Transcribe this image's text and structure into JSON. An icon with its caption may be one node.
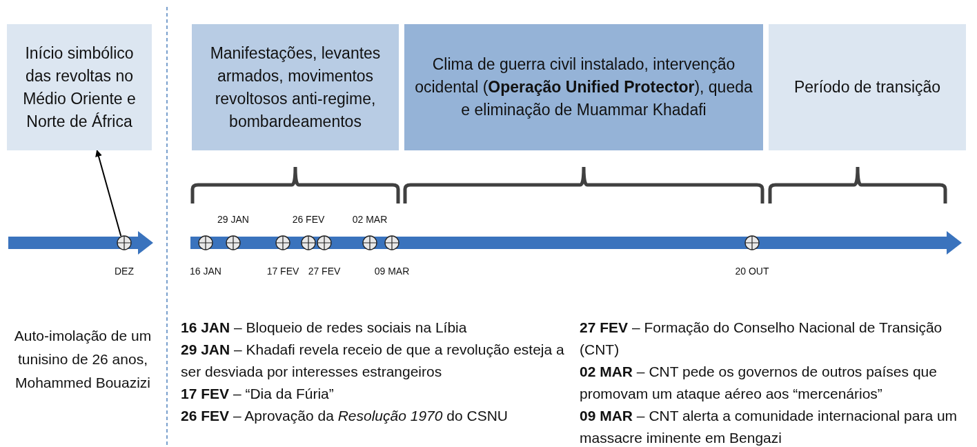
{
  "diagram": {
    "nodes": [
      {
        "text": [
          "Início simbólico das revoltas no Médio Oriente e Norte de África"
        ]
      },
      {
        "text": [
          "Manifestações, levantes armados, movimentos revoltosos anti-regime, bombardeamentos"
        ]
      },
      {
        "text": [
          "Clima de guerra civil instalado, intervenção ocidental (**Operação Unified Protector**), queda e eliminação de Muammar Khadafi"
        ]
      },
      {
        "text": [
          "Período de transição"
        ]
      },
      {
        "text": [],
        "shape": "circle",
        "beside": [
          "DEZ"
        ]
      },
      {
        "text": [],
        "shape": "circle",
        "beside": [
          "16 JAN"
        ]
      },
      {
        "text": [],
        "shape": "circle",
        "beside": [
          "29 JAN"
        ]
      },
      {
        "text": [],
        "shape": "circle",
        "beside": [
          "17 FEV"
        ]
      },
      {
        "text": [],
        "shape": "circle",
        "beside": [
          "26 FEV"
        ]
      },
      {
        "text": [],
        "shape": "circle",
        "beside": [
          "27 FEV"
        ]
      },
      {
        "text": [],
        "shape": "circle",
        "beside": [
          "02 MAR"
        ]
      },
      {
        "text": [],
        "shape": "circle",
        "beside": [
          "09 MAR"
        ]
      },
      {
        "text": [],
        "shape": "circle",
        "beside": [
          "20 OUT"
        ]
      }
    ],
    "edges": [
      {
        "from": 4,
        "to": 0,
        "arrow": "to"
      }
    ],
    "labels": [
      "Auto-imolação de um tunisino de 26 anos, Mohammed Bouazizi",
      "**16 JAN** – Bloqueio de redes sociais na Líbia",
      "**29 JAN** – Khadafi revela receio de que a revolução esteja a ser desviada por interesses estrangeiros",
      "**17 FEV** – “Dia da Fúria”",
      "**26 FEV** – Aprovação da *Resolução 1970* do CSNU",
      "**27 FEV** – Formação do Conselho Nacional de Transição (CNT)",
      "**02 MAR** – CNT pede os governos de outros países que promovam um ataque aéreo aos “mercenários”",
      "**09 MAR** – CNT alerta a comunidade internacional para um massacre iminente em Bengazi"
    ]
  }
}
